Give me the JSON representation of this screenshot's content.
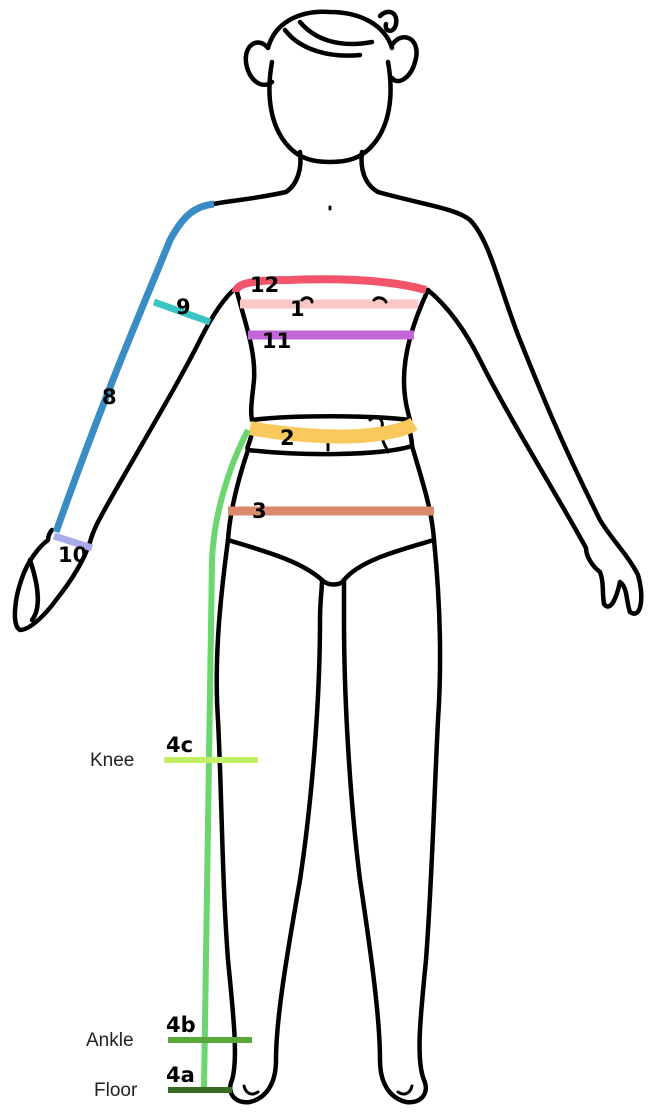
{
  "measurements": [
    {
      "id": "1",
      "color": "#f9c8c4"
    },
    {
      "id": "2",
      "color": "#f9c95e"
    },
    {
      "id": "3",
      "color": "#d98a6c"
    },
    {
      "id": "4a",
      "color": "#356b24",
      "side_label": "Floor"
    },
    {
      "id": "4b",
      "color": "#58a83b",
      "side_label": "Ankle"
    },
    {
      "id": "4c",
      "color": "#c2ef63",
      "side_label": "Knee"
    },
    {
      "id": "8",
      "color": "#3a8cc4"
    },
    {
      "id": "9",
      "color": "#3bc4c4"
    },
    {
      "id": "10",
      "color": "#a9abea"
    },
    {
      "id": "11",
      "color": "#c266d8"
    },
    {
      "id": "12",
      "color": "#f2556b"
    }
  ],
  "vertical_guide_color": "#6ad66d",
  "outline_color": "#000000"
}
